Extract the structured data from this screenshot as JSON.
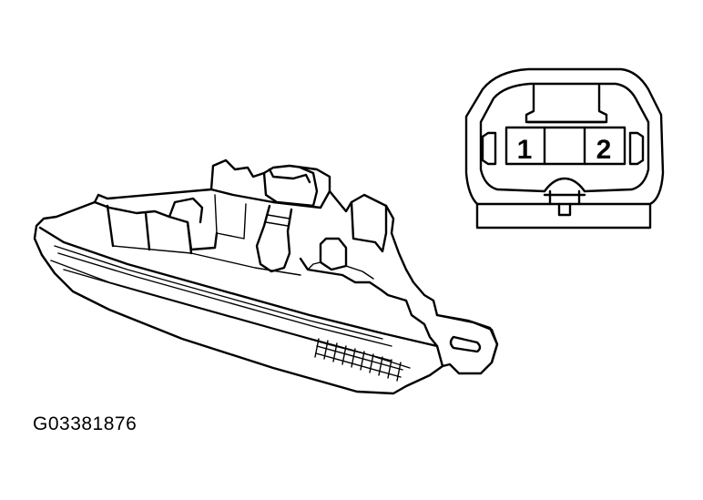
{
  "figure": {
    "id": "G03381876"
  },
  "connector": {
    "pins": [
      {
        "label": "1"
      },
      {
        "label": "2"
      }
    ]
  },
  "colors": {
    "line": "#000000",
    "background": "#ffffff"
  }
}
